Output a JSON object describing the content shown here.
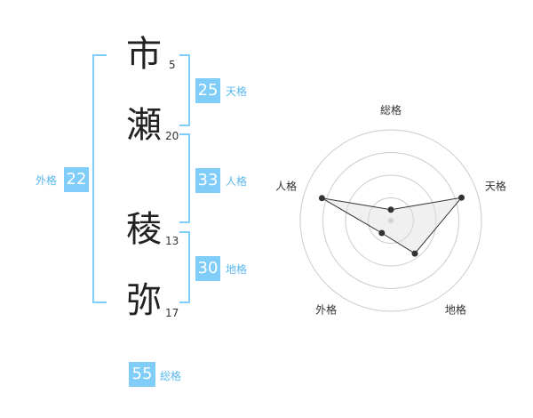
{
  "name": {
    "chars": [
      {
        "char": "市",
        "strokes": "5"
      },
      {
        "char": "瀬",
        "strokes": "20"
      },
      {
        "char": "稜",
        "strokes": "13"
      },
      {
        "char": "弥",
        "strokes": "17"
      }
    ]
  },
  "kaku": {
    "tenkaku": {
      "value": "25",
      "label": "天格"
    },
    "jinkaku": {
      "value": "33",
      "label": "人格"
    },
    "chikaku": {
      "value": "30",
      "label": "地格"
    },
    "gaikaku": {
      "value": "22",
      "label": "外格"
    },
    "soukaku": {
      "value": "55",
      "label": "総格"
    }
  },
  "colors": {
    "accent": "#7fcdf8",
    "label": "#5bb8ee"
  },
  "chart_data": {
    "type": "radar",
    "axes": [
      "総格",
      "天格",
      "地格",
      "外格",
      "人格"
    ],
    "values": [
      0.12,
      0.82,
      0.45,
      0.17,
      0.8
    ],
    "rings": 4,
    "range": [
      0,
      1
    ]
  }
}
